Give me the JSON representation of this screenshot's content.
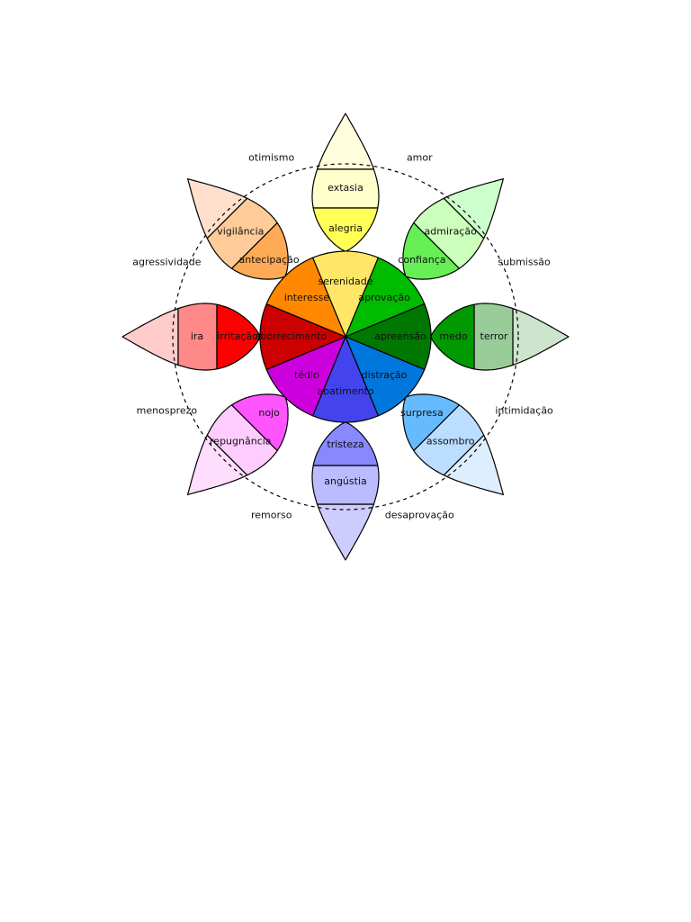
{
  "petals": [
    {
      "id": "yellow",
      "colors": [
        "#FFFFCC",
        "#FFFF55",
        "#FFE666"
      ],
      "labels": [
        "serenidade",
        "alegria",
        "extasia"
      ]
    },
    {
      "id": "green",
      "colors": [
        "#CCFFBB",
        "#66EE55",
        "#00BB00"
      ],
      "labels": [
        "aprovação",
        "confiança",
        "admiração"
      ]
    },
    {
      "id": "dark-green",
      "colors": [
        "#99CC99",
        "#009900",
        "#007700"
      ],
      "labels": [
        "apreensão",
        "medo",
        "terror"
      ]
    },
    {
      "id": "blue",
      "colors": [
        "#BBDDFF",
        "#66BBFF",
        "#0077DD"
      ],
      "labels": [
        "distração",
        "surpresa",
        "assombro"
      ]
    },
    {
      "id": "indigo",
      "colors": [
        "#BBBBFF",
        "#8888FF",
        "#4444EE"
      ],
      "labels": [
        "abatimento",
        "tristeza",
        "angústia"
      ]
    },
    {
      "id": "magenta",
      "colors": [
        "#FFCCFF",
        "#FF55FF",
        "#CC00DD"
      ],
      "labels": [
        "tédio",
        "nojo",
        "repugnância"
      ]
    },
    {
      "id": "red",
      "colors": [
        "#FF8888",
        "#FF0000",
        "#CC0000"
      ],
      "labels": [
        "aborrecimento",
        "irritação",
        "ira"
      ]
    },
    {
      "id": "orange",
      "colors": [
        "#FFCC99",
        "#FFAA55",
        "#FF8800"
      ],
      "labels": [
        "interesse",
        "antecipação",
        "vigilância"
      ]
    }
  ],
  "petal_tips": [
    "#FFFFDD",
    "#CCFFCC",
    "#CCE5CC",
    "#DDEEFF",
    "#CCCCFF",
    "#FFDDFF",
    "#FFCCCC",
    "#FFE0CC"
  ],
  "dyads": [
    "amor",
    "submissão",
    "intimidação",
    "desaprovação",
    "remorso",
    "menosprezo",
    "agressividade",
    "otimismo"
  ]
}
